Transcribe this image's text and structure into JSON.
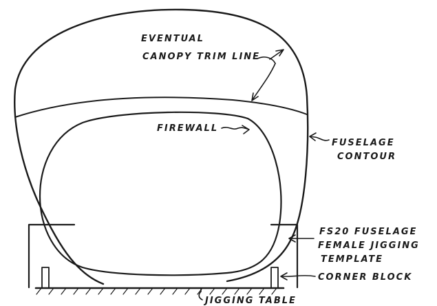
{
  "labels": {
    "canopy_line1": "EVENTUAL",
    "canopy_line2": "CANOPY TRIM LINE",
    "firewall": "FIREWALL",
    "fuselage_line1": "FUSELAGE",
    "fuselage_line2": "CONTOUR",
    "template_line1": "FS20 FUSELAGE",
    "template_line2": "FEMALE JIGGING",
    "template_line3": "TEMPLATE",
    "corner_block": "CORNER BLOCK",
    "jigging_table": "JIGGING TABLE"
  },
  "colors": {
    "ink": "#1a1a1a",
    "paper": "#ffffff"
  }
}
